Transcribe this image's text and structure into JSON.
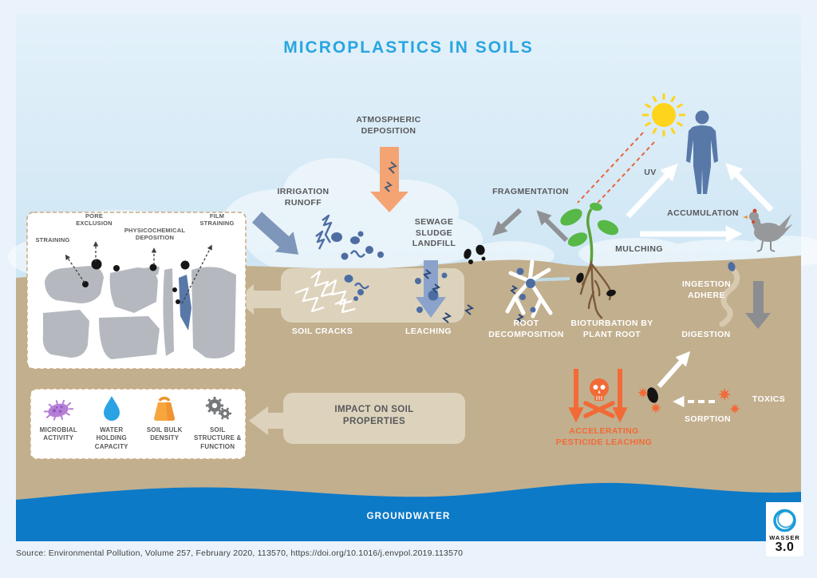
{
  "title": "MICROPLASTICS IN SOILS",
  "labels": {
    "atmospheric_deposition": "ATMOSPHERIC DEPOSITION",
    "irrigation_runoff": "IRRIGATION RUNOFF",
    "sewage_sludge_landfill": "SEWAGE SLUDGE LANDFILL",
    "fragmentation": "FRAGMENTATION",
    "uv": "UV",
    "accumulation": "ACCUMULATION",
    "mulching": "MULCHING",
    "soil_cracks": "SOIL CRACKS",
    "leaching": "LEACHING",
    "root_decomposition": "ROOT DECOMPOSITION",
    "bioturbation_by_plant_root": "BIOTURBATION BY PLANT ROOT",
    "ingestion_adhere": "INGESTION ADHERE",
    "digestion": "DIGESTION",
    "accelerating_pesticide_leaching": "ACCELERATING PESTICIDE LEACHING",
    "sorption": "SORPTION",
    "toxics": "TOXICS",
    "impact_on_soil_properties": "IMPACT ON SOIL PROPERTIES",
    "groundwater": "GROUNDWATER"
  },
  "retention_box": {
    "straining": "STRAINING",
    "pore_exclusion": "PORE EXCLUSION",
    "physicochemical_deposition": "PHYSICOCHEMICAL DEPOSITION",
    "film_straining": "FILM STRAINING"
  },
  "impact_box": {
    "items": [
      {
        "icon": "microbe-icon",
        "label": "MICROBIAL ACTIVITY"
      },
      {
        "icon": "water-drop-icon",
        "label": "WATER HOLDING CAPACITY"
      },
      {
        "icon": "weight-icon",
        "label": "SOIL BULK DENSITY"
      },
      {
        "icon": "gears-icon",
        "label": "SOIL STRUCTURE & FUNCTION"
      }
    ]
  },
  "footer": {
    "source": "Source: Environmental Pollution, Volume 257, February 2020, 113570, https://doi.org/10.1016/j.envpol.2019.113570"
  },
  "logo": {
    "name": "WASSER",
    "version": "3.0"
  },
  "colors": {
    "accent_blue": "#2aa5e1",
    "soil": "#c2af8e",
    "groundwater": "#0d7ac7",
    "warning_orange": "#f26a36",
    "particle_blue": "#4d6da2",
    "text_dark": "#57585a"
  }
}
